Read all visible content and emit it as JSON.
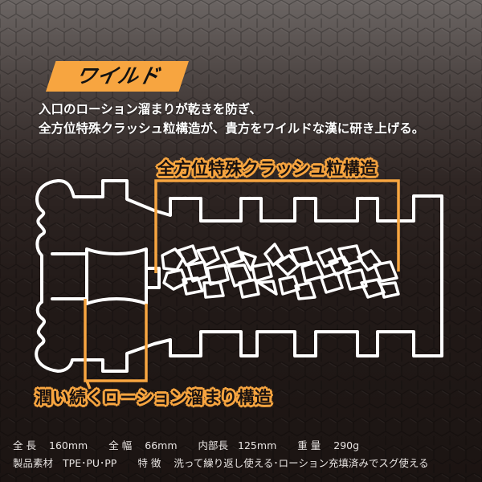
{
  "banner": {
    "label": "ワイルド",
    "bg_color": "#f7a540",
    "text_color": "#121212"
  },
  "intro": {
    "lines": [
      "入口のローション溜まりが乾きを防ぎ、",
      "全方位特殊クラッシュ粒構造が、貴方をワイルドな漢に研き上げる。"
    ]
  },
  "diagram": {
    "outline_color": "#ffffff",
    "highlight_color": "#f7a540",
    "callouts": {
      "crush_structure": "全方位特殊クラッシュ粒構造",
      "lotion_pool": "潤い続くローション溜まり構造"
    },
    "icons": {
      "product_cross_section": "cross-section-diagram",
      "crush_particles": "crushed-granules"
    }
  },
  "specs": {
    "row1": [
      {
        "label": "全長",
        "value": "160mm"
      },
      {
        "label": "全幅",
        "value": "66mm"
      },
      {
        "label": "内部長",
        "value": "125mm"
      },
      {
        "label": "重量",
        "value": "290g"
      }
    ],
    "row2": [
      {
        "label": "製品素材",
        "value": "TPE･PU･PP"
      },
      {
        "label": "特徴",
        "value": "洗って繰り返し使える･ローション充填済みでスグ使える"
      }
    ]
  },
  "background": {
    "top_color": "#6b6563",
    "bottom_color": "#1b1412",
    "pattern": "hexagon"
  }
}
